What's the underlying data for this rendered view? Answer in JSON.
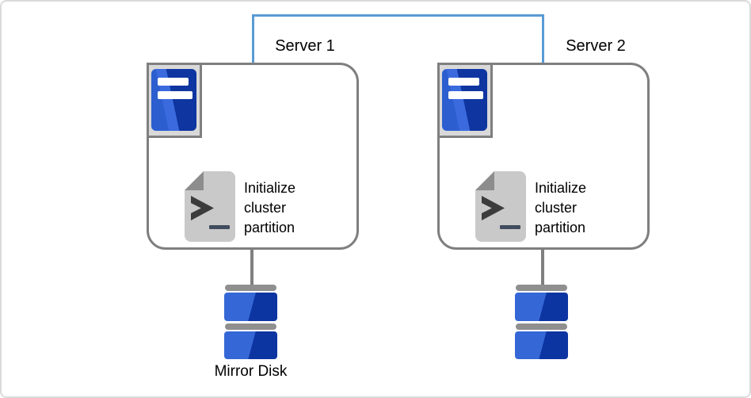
{
  "colors": {
    "interconnect_blue": "#5b9bd5",
    "box_border_gray": "#7f7f7f",
    "icon_panel_gray": "#d9d9d9",
    "server_blue_light": "#3a6ade",
    "server_blue_dark": "#0e35a0",
    "disk_blue_light": "#3568d6",
    "disk_blue_dark": "#0d35a2",
    "disk_bar_gray": "#8f8f8f",
    "script_page_gray": "#c9c9c9",
    "script_fold_gray": "#8d8d8d",
    "text_black": "#000000"
  },
  "servers": [
    {
      "label": "Server 1",
      "prompt_symbol": ">_",
      "task_lines": [
        "Initialize",
        "cluster",
        "partition"
      ]
    },
    {
      "label": "Server 2",
      "prompt_symbol": ">_",
      "task_lines": [
        "Initialize",
        "cluster",
        "partition"
      ]
    }
  ],
  "disks": [
    {
      "label": "Mirror Disk"
    },
    {
      "label": ""
    }
  ]
}
